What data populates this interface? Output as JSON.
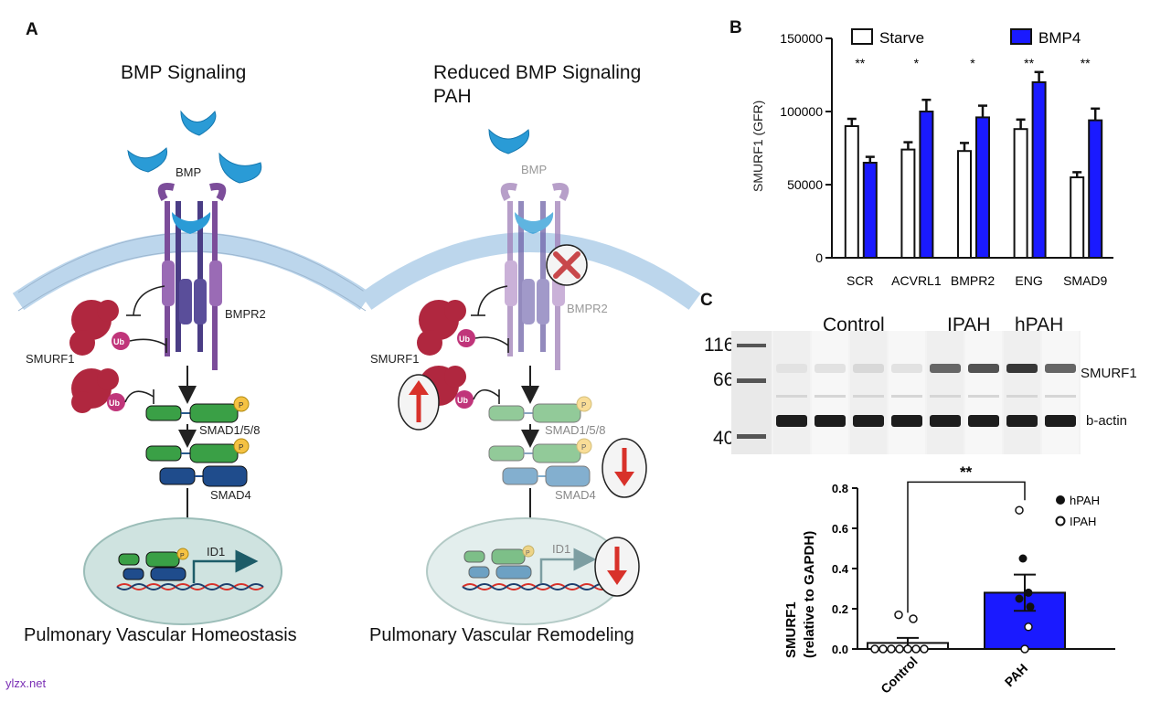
{
  "panelA": {
    "letter": "A",
    "left": {
      "title": "BMP Signaling",
      "ligand": "BMP",
      "receptor": "BMPR2",
      "e3": "SMURF1",
      "ub": "Ub",
      "phospho": "P",
      "smad158": "SMAD1/5/8",
      "smad4": "SMAD4",
      "target": "ID1",
      "caption": "Pulmonary Vascular Homeostasis"
    },
    "right": {
      "title_line1": "Reduced BMP Signaling",
      "title_line2": "PAH",
      "ligand": "BMP",
      "receptor": "BMPR2",
      "e3": "SMURF1",
      "ub": "Ub",
      "phospho": "P",
      "smad158": "SMAD1/5/8",
      "smad4": "SMAD4",
      "target": "ID1",
      "caption": "Pulmonary Vascular Remodeling"
    },
    "colors": {
      "bmp": "#2a9bd6",
      "receptor": "#7c4d9a",
      "smurf": "#b0273f",
      "smadGreen": "#3aa046",
      "smadBlue": "#1f4c8c",
      "nucleus": "#cfe3e0",
      "membrane": "#bcd6ec",
      "arrowRed": "#d8312a"
    }
  },
  "panelB": {
    "letter": "B",
    "chart_data": {
      "type": "bar",
      "categories": [
        "SCR",
        "ACVRL1",
        "BMPR2",
        "ENG",
        "SMAD9"
      ],
      "series": [
        {
          "name": "Starve",
          "values": [
            90000,
            74000,
            73000,
            88000,
            55000
          ],
          "errors": [
            5000,
            5000,
            5500,
            6500,
            3500
          ],
          "color": "#ffffff"
        },
        {
          "name": "BMP4",
          "values": [
            65000,
            100000,
            96000,
            120000,
            94000
          ],
          "errors": [
            4000,
            8000,
            8000,
            7000,
            8000
          ],
          "color": "#1a1aff"
        }
      ],
      "significance": [
        "**",
        "*",
        "*",
        "**",
        "**"
      ],
      "ylabel": "SMURF1 (GFR)",
      "ylim": [
        0,
        150000
      ],
      "yticks": [
        "0",
        "50000",
        "100000",
        "150000"
      ],
      "ytick_values": [
        0,
        50000,
        100000,
        150000
      ],
      "legend": "top"
    }
  },
  "panelC": {
    "letter": "C",
    "blot": {
      "groups": [
        "Control",
        "IPAH",
        "hPAH"
      ],
      "markers": [
        "116",
        "66",
        "40"
      ],
      "bands": [
        "SMURF1",
        "b-actin"
      ],
      "smurf_intensity": [
        0.05,
        0.05,
        0.1,
        0.05,
        0.7,
        0.8,
        0.95,
        0.7
      ]
    },
    "chart_data": {
      "type": "scatter",
      "categories": [
        "Control",
        "PAH"
      ],
      "bar_means": [
        0.03,
        0.28
      ],
      "bar_sem": [
        0.025,
        0.09
      ],
      "bar_colors": [
        "#ffffff",
        "#1a1aff"
      ],
      "points": {
        "Control": {
          "IPAH": [
            0.17,
            0.15,
            0.0,
            0.0,
            0.0,
            0.0,
            0.0,
            0.0,
            0.0
          ]
        },
        "PAH": {
          "IPAH": [
            0.69,
            0.11,
            0.0
          ],
          "hPAH": [
            0.45,
            0.28,
            0.25,
            0.21
          ]
        }
      },
      "ylabel_line1": "SMURF1",
      "ylabel_line2": "(relative to GAPDH)",
      "ylim": [
        0,
        0.8
      ],
      "yticks": [
        "0.0",
        "0.2",
        "0.4",
        "0.6",
        "0.8"
      ],
      "ytick_values": [
        0,
        0.2,
        0.4,
        0.6,
        0.8
      ],
      "significance": "**",
      "legend": [
        "hPAH",
        "IPAH"
      ]
    }
  },
  "watermark": "ylzx.net"
}
